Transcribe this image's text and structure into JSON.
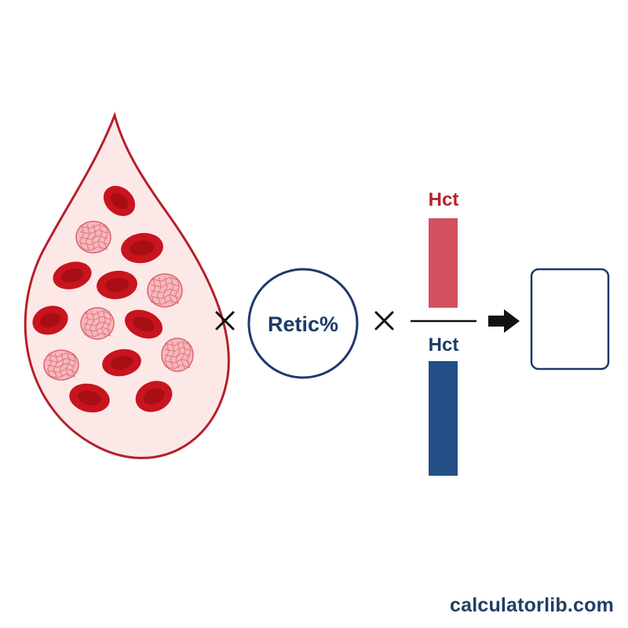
{
  "colors": {
    "drop_outline": "#b5202a",
    "drop_fill": "#fde8e8",
    "rbc_outer": "#c8141e",
    "rbc_inner": "#8f0a12",
    "retic_fill": "#f6b8bc",
    "retic_mesh": "#d9646e",
    "navy": "#1c3a6b",
    "red_text": "#b7232c",
    "top_bar": "#d4515f",
    "bottom_bar": "#224f85",
    "operator": "#111111",
    "watermark": "#1f3f66"
  },
  "icons": {
    "drop": "blood-drop-icon",
    "rbc": "red-blood-cell-icon",
    "retic": "reticulocyte-icon",
    "multiply": "multiply-icon",
    "arrow": "arrow-right-icon"
  },
  "labels": {
    "retic": "Retic%",
    "multiply_1": "×",
    "multiply_2": "×",
    "numerator": "Hct",
    "denominator": "Hct"
  },
  "fraction": {
    "numerator_bar_level": 0.43,
    "denominator_bar_level": 0.57
  },
  "watermark": "calculatorlib.com"
}
